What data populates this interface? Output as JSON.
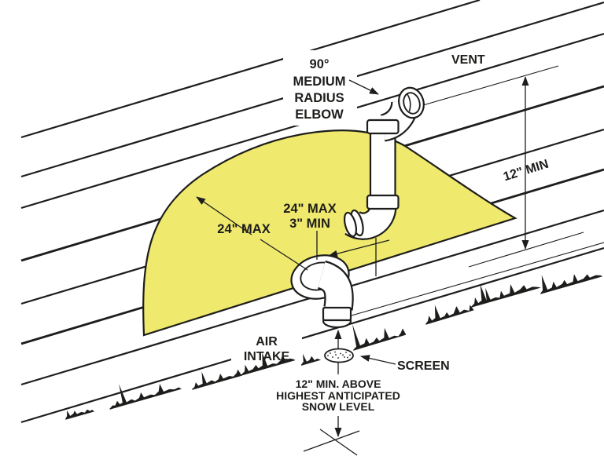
{
  "diagram": {
    "colors": {
      "ink": "#1d1d1b",
      "zone": "#efe96e",
      "paper": "#ffffff"
    },
    "labels": {
      "elbow_note": [
        "90°",
        "MEDIUM",
        "RADIUS",
        "ELBOW"
      ],
      "vent": "VENT",
      "vent_height_dim": "12\" MIN",
      "radius_dim": "24\" MAX",
      "separation_dim": [
        "24\" MAX",
        "3\" MIN"
      ],
      "air_intake": [
        "AIR",
        "INTAKE"
      ],
      "screen": "SCREEN",
      "snow_note": [
        "12\" MIN. ABOVE",
        "HIGHEST ANTICIPATED",
        "SNOW LEVEL"
      ]
    }
  }
}
